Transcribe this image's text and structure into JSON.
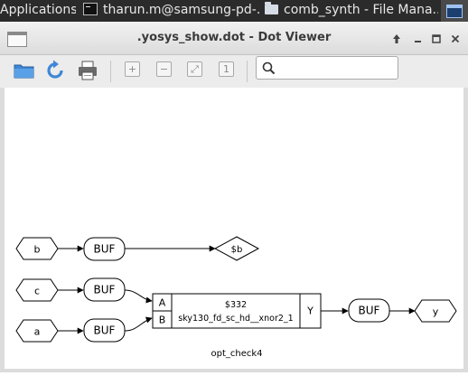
{
  "taskbar": {
    "applications_label": "Applications",
    "tasks": [
      {
        "label": "tharun.m@samsung-pd-...",
        "icon": "terminal-icon"
      },
      {
        "label": "comb_synth - File Mana...",
        "icon": "folder-icon"
      }
    ],
    "active_task_icon": "window-icon"
  },
  "window": {
    "title": ".yosys_show.dot - Dot Viewer",
    "controls": [
      "pin-icon",
      "minimize-icon",
      "maximize-icon",
      "close-icon"
    ]
  },
  "toolbar": {
    "buttons": [
      "open-icon",
      "refresh-icon",
      "print-icon"
    ],
    "zoom_buttons": [
      {
        "name": "zoom-in-icon",
        "glyph": "+"
      },
      {
        "name": "zoom-out-icon",
        "glyph": "−"
      },
      {
        "name": "zoom-fit-icon",
        "glyph": "⤢"
      },
      {
        "name": "zoom-100-icon",
        "glyph": "1"
      }
    ],
    "search": {
      "value": "",
      "placeholder": "",
      "icon": "search-icon"
    }
  },
  "graph": {
    "title": "opt_check4",
    "nodes": {
      "input_b": "b",
      "input_c": "c",
      "input_a": "a",
      "buf_b": "BUF",
      "buf_c": "BUF",
      "buf_a": "BUF",
      "wire_b": "$b",
      "cell_port_a": "A",
      "cell_port_b": "B",
      "cell_id": "$332",
      "cell_type": "sky130_fd_sc_hd__xnor2_1",
      "cell_port_y": "Y",
      "buf_y": "BUF",
      "output_y": "y"
    }
  },
  "colors": {
    "taskbar_bg": "#2b2b2b",
    "toolbar_icon_blue": "#3f87d6",
    "graph_stroke": "#000000"
  }
}
